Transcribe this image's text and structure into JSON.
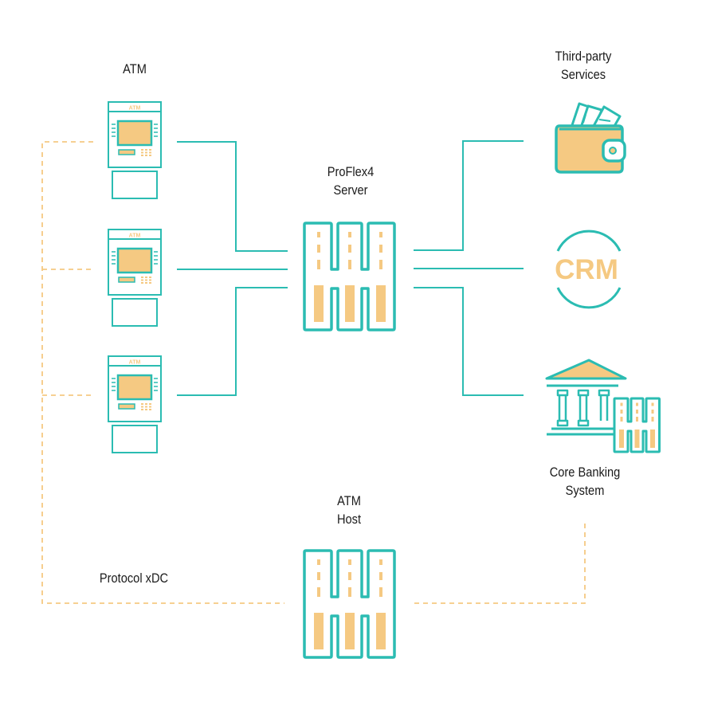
{
  "colors": {
    "teal": "#2bbcb2",
    "sand": "#f5c982",
    "text": "#1a1a1a"
  },
  "labels": {
    "atm": "ATM",
    "server_line1": "ProFlex4",
    "server_line2": "Server",
    "third_party_line1": "Third-party",
    "third_party_line2": "Services",
    "core_line1": "Core Banking",
    "core_line2": "System",
    "host_line1": "ATM",
    "host_line2": "Host",
    "protocol": "Protocol xDC"
  },
  "atm_screen_label": "ATM",
  "crm_text": "CRM",
  "icons": {
    "atm": "atm-machine-icon",
    "server": "server-rack-icon",
    "wallet": "wallet-with-cash-icon",
    "crm": "crm-icon",
    "bank": "bank-building-icon"
  }
}
